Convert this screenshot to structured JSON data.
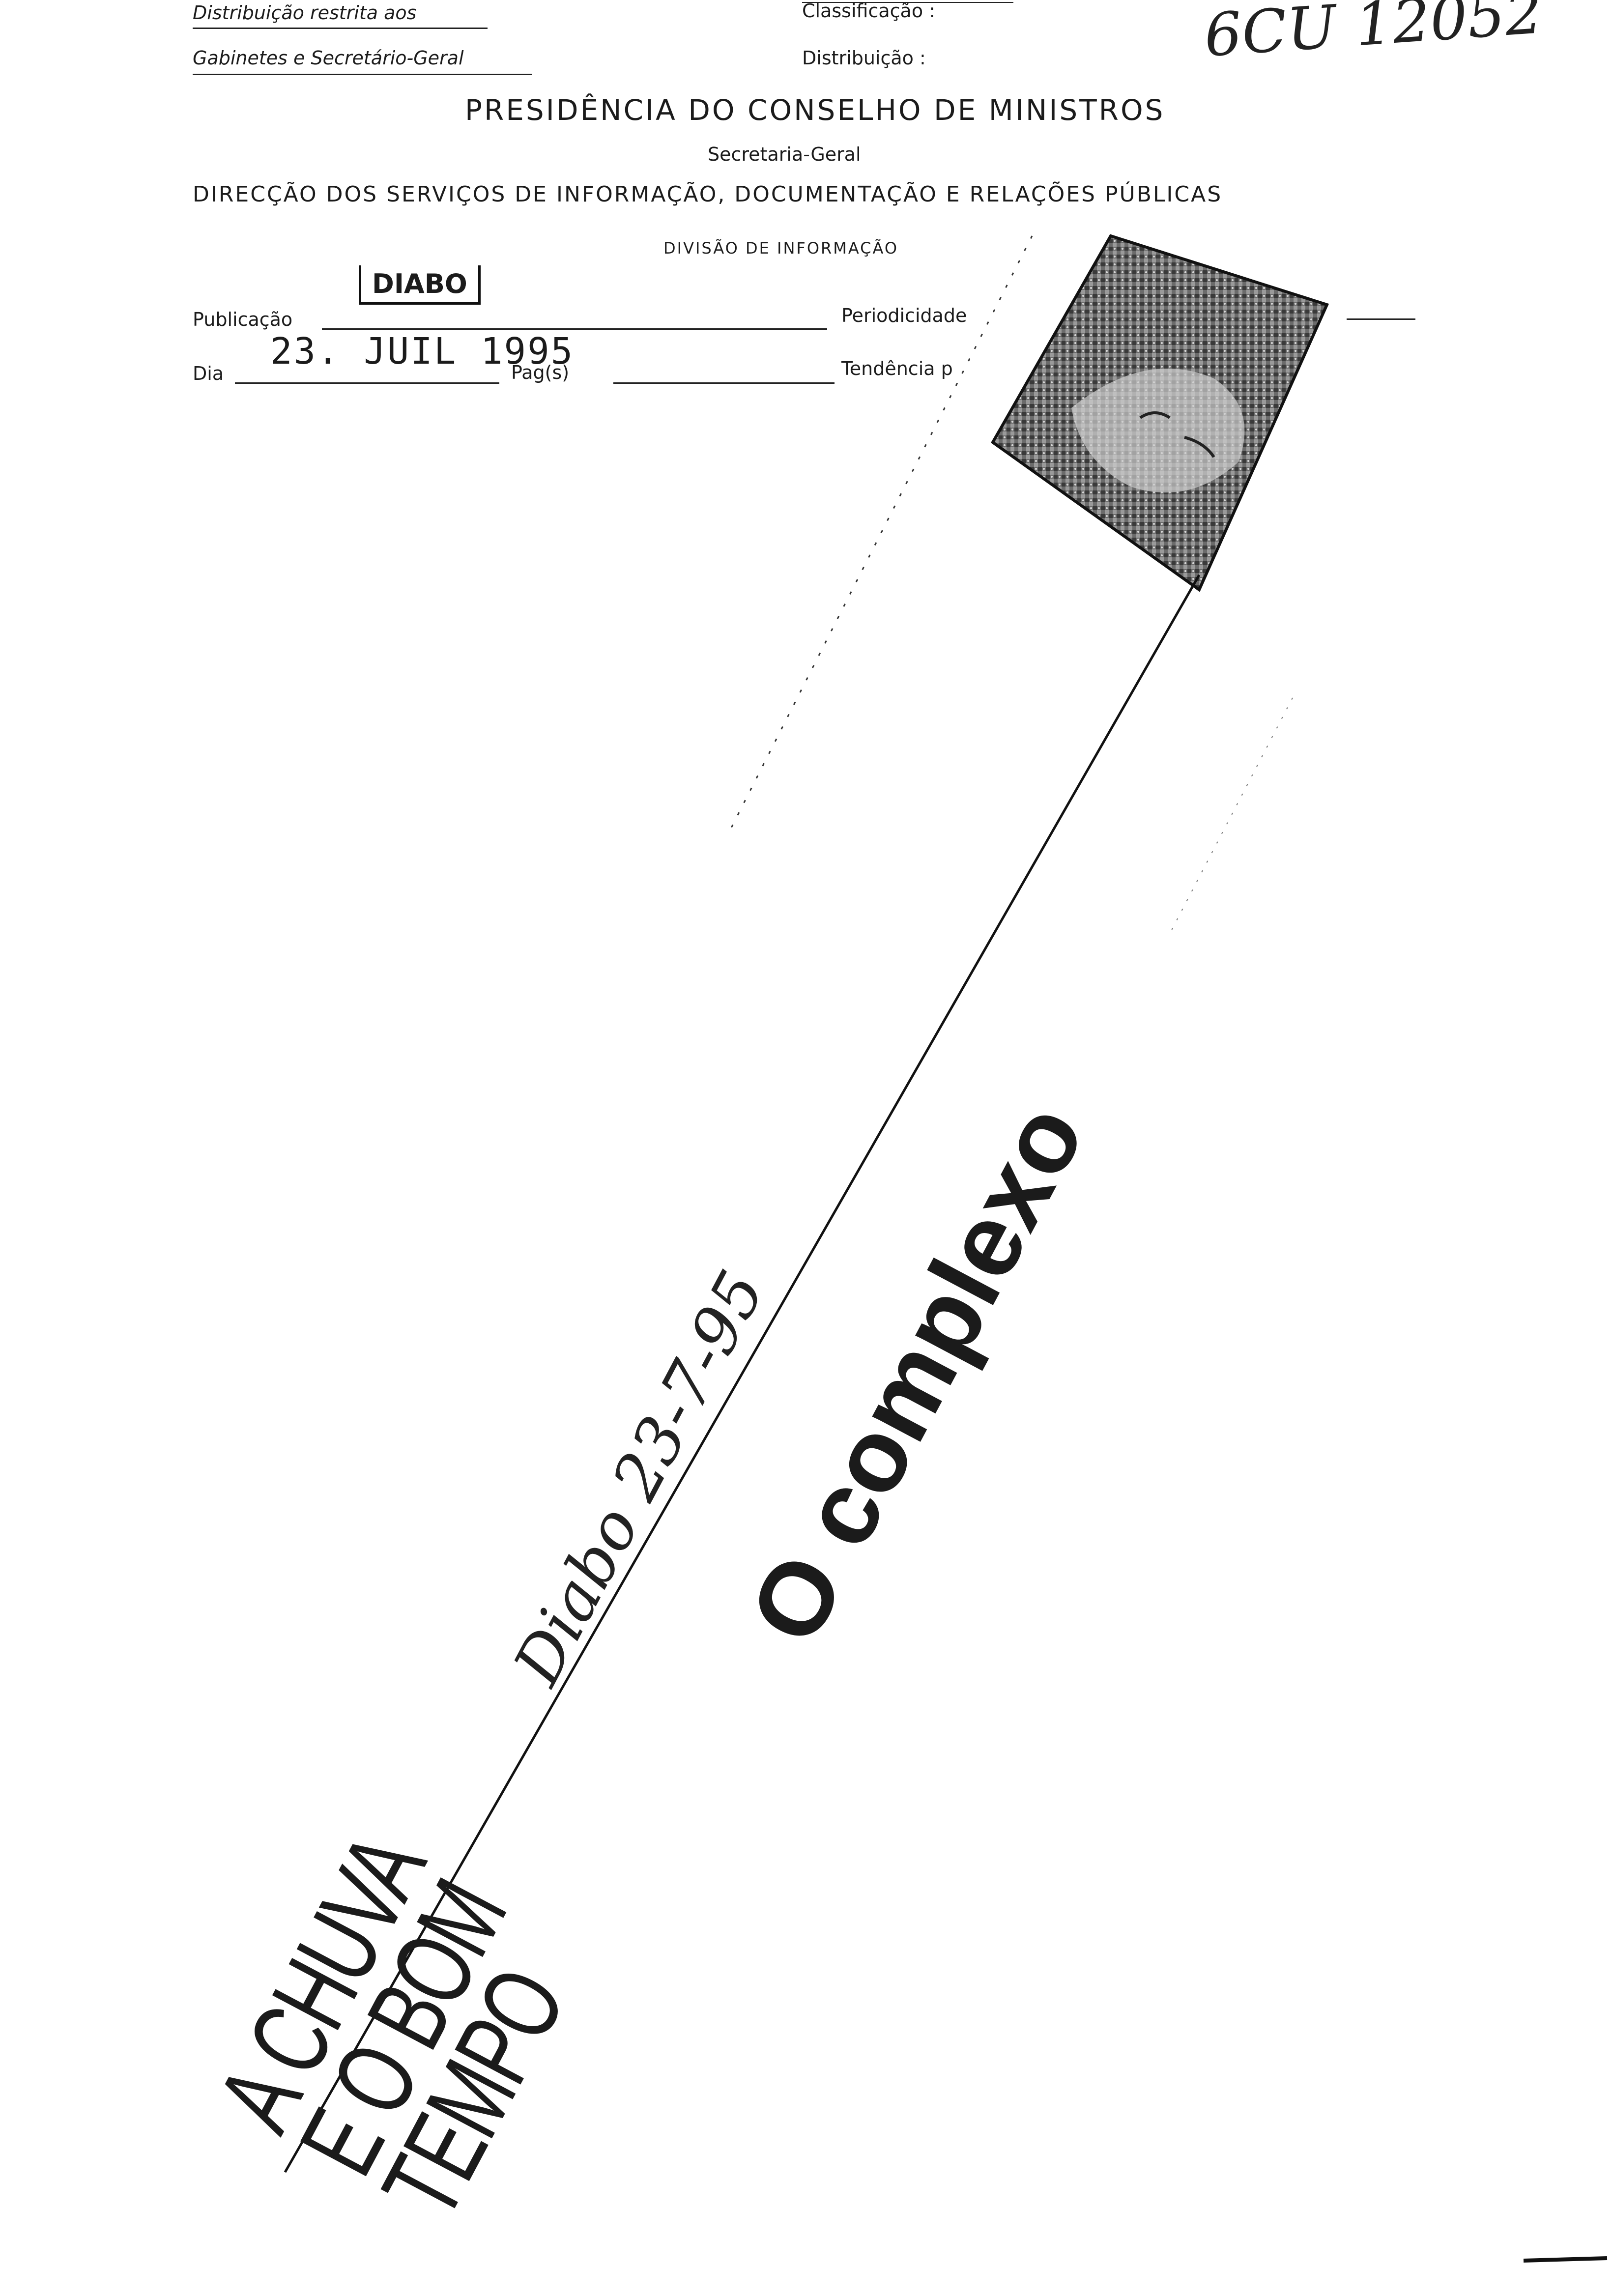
{
  "header": {
    "left_line1": "Distribuição restrita aos",
    "left_line2": "Gabinetes e Secretário-Geral",
    "classificacao_label": "Classificação :",
    "distribuicao_label": "Distribuição :",
    "handwritten_ref": "6CU  12052"
  },
  "title": {
    "presidencia": "PRESIDÊNCIA DO CONSELHO DE MINISTROS",
    "secretaria": "Secretaria-Geral",
    "direccao": "DIRECÇÃO DOS SERVIÇOS DE INFORMAÇÃO, DOCUMENTAÇÃO E RELAÇÕES PÚBLICAS",
    "divisao": "DIVISÃO DE INFORMAÇÃO"
  },
  "form": {
    "publicacao_label": "Publicação",
    "publicacao_value": "DIABO",
    "periodicidade_label": "Periodicidade",
    "dia_label": "Dia",
    "dia_value": "23. JUIL 1995",
    "pags_label": "Pag(s)",
    "tendencia_label": "Tendência p"
  },
  "clipping": {
    "headline": "O complexo",
    "handwritten_note": "Diabo 23-7-95",
    "column_title_line1": "A CHUVA",
    "column_title_line2": "E O BOM TEMPO"
  }
}
